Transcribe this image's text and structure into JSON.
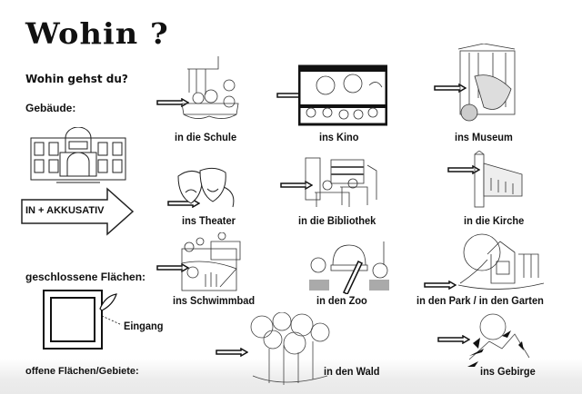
{
  "header": {
    "title": "Wohin ?",
    "subtitle": "Wohin gehst du?"
  },
  "legend": {
    "buildings_label": "Gebäude:",
    "rule_label": "IN + AKKUSATIV",
    "closed_areas_label": "geschlossene Flächen:",
    "entrance_label": "Eingang",
    "open_areas_label": "offene Flächen/Gebiete:"
  },
  "places": [
    {
      "label": "in die Schule",
      "icon": "school-classroom-icon"
    },
    {
      "label": "ins Kino",
      "icon": "cinema-icon"
    },
    {
      "label": "ins Museum",
      "icon": "museum-icon"
    },
    {
      "label": "ins Theater",
      "icon": "theater-masks-icon"
    },
    {
      "label": "in die Bibliothek",
      "icon": "library-icon"
    },
    {
      "label": "in die Kirche",
      "icon": "church-icon"
    },
    {
      "label": "ins Schwimmbad",
      "icon": "swimming-pool-icon"
    },
    {
      "label": "in den Zoo",
      "icon": "zoo-icon"
    },
    {
      "label": "in den Park / in den Garten",
      "icon": "park-garden-icon"
    },
    {
      "label": "in den Wald",
      "icon": "forest-icon"
    },
    {
      "label": "ins Gebirge",
      "icon": "mountains-icon"
    }
  ],
  "colors": {
    "ink": "#111111",
    "background": "#ffffff",
    "bottom_band": "#e9e9e9"
  }
}
